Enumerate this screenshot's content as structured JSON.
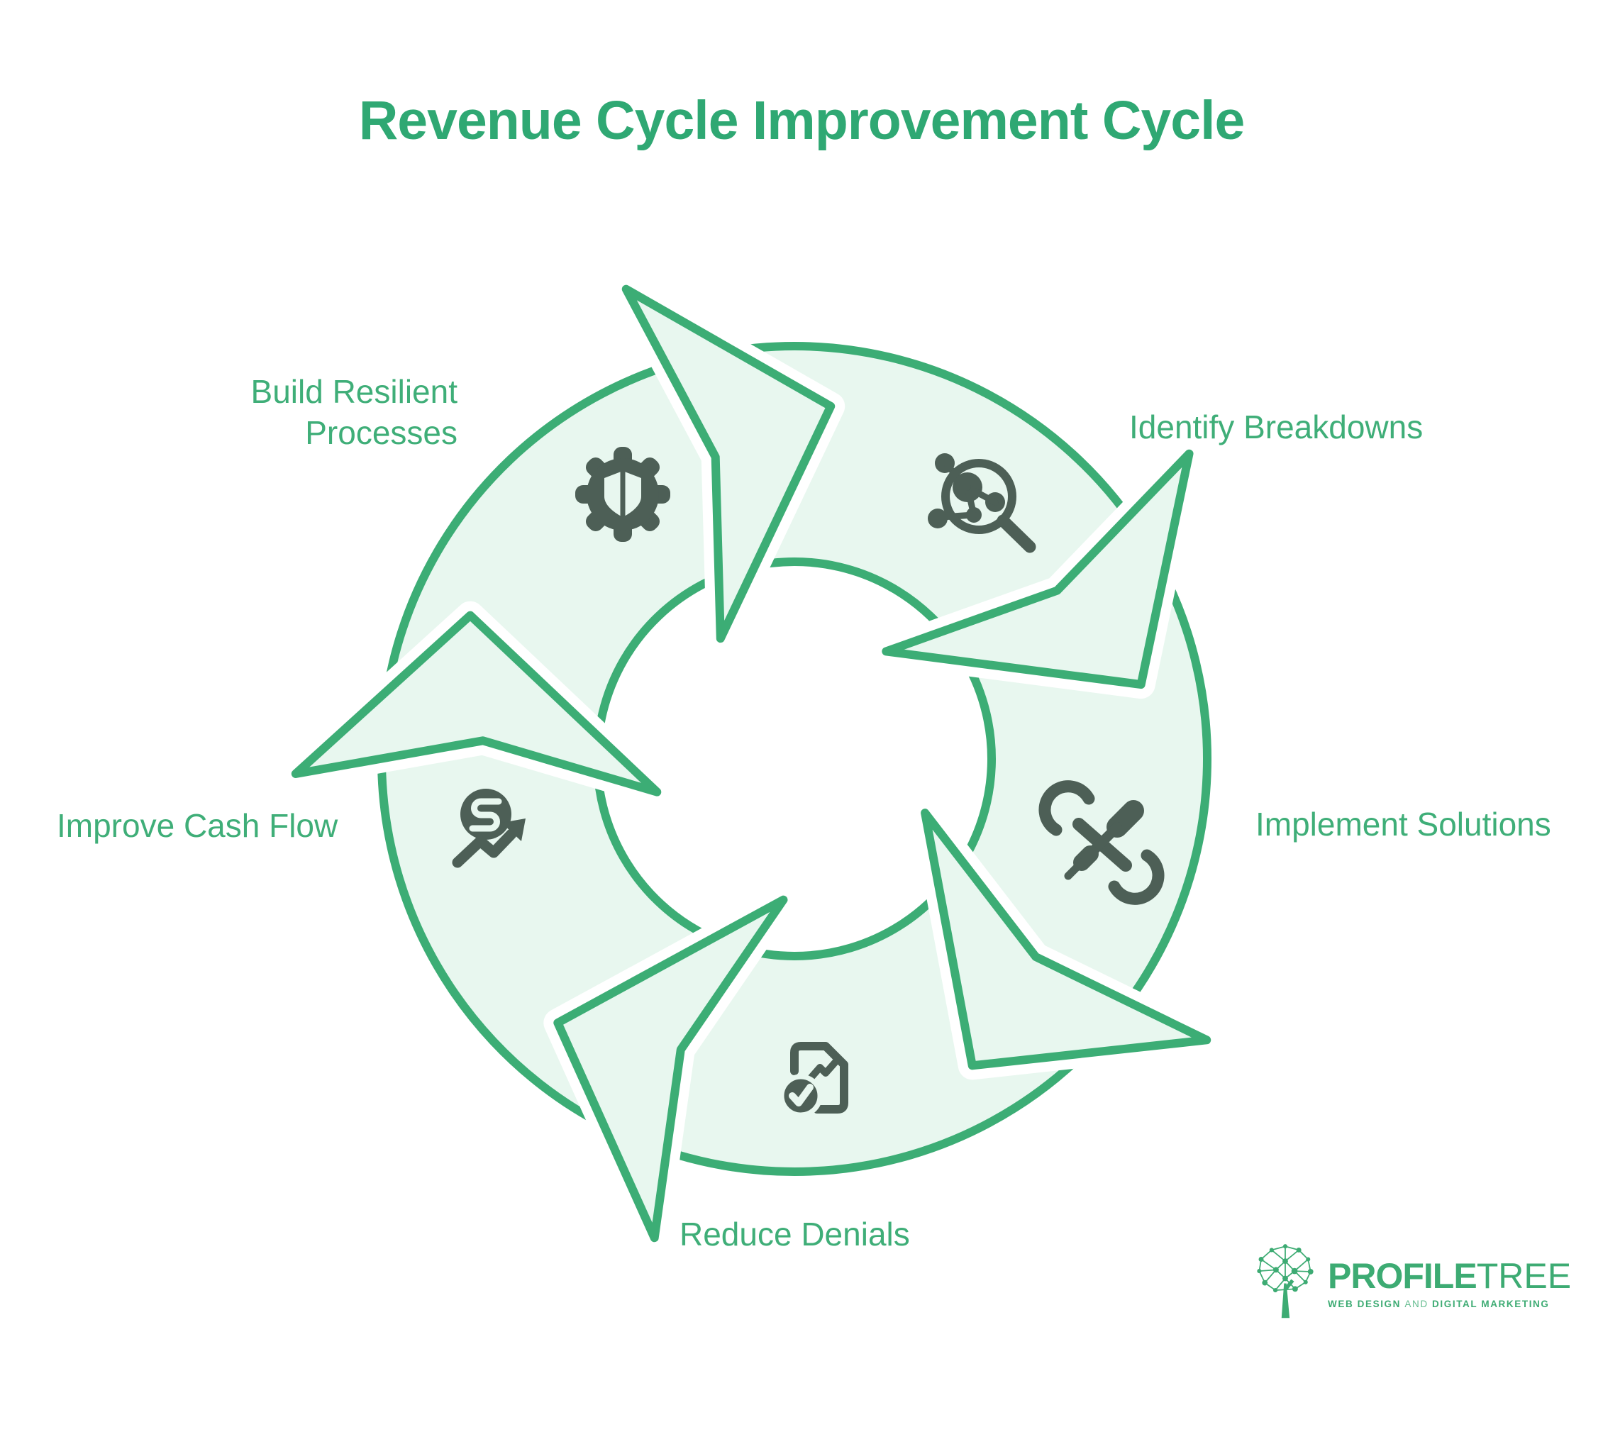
{
  "title": "Revenue Cycle Improvement Cycle",
  "cycle": {
    "type": "circular-process",
    "direction": "clockwise",
    "steps": [
      {
        "id": "build",
        "label": "Build Resilient Processes",
        "icon": "gear-shield-icon",
        "position": "top-left"
      },
      {
        "id": "identify",
        "label": "Identify Breakdowns",
        "icon": "magnifier-molecule-icon",
        "position": "top-right"
      },
      {
        "id": "implement",
        "label": "Implement Solutions",
        "icon": "tools-icon",
        "position": "right"
      },
      {
        "id": "reduce",
        "label": "Reduce Denials",
        "icon": "document-check-icon",
        "position": "bottom"
      },
      {
        "id": "improve",
        "label": "Improve Cash Flow",
        "icon": "cash-trend-icon",
        "position": "left"
      }
    ]
  },
  "colors": {
    "accent_green": "#3CAD75",
    "title_green": "#2FA873",
    "label_green": "#3FAE78",
    "ring_fill": "#E8F7EF",
    "icon_dark": "#4D5F56",
    "background": "#FFFFFF",
    "logo_green": "#3DAB73"
  },
  "logo": {
    "brand_bold": "PROFILE",
    "brand_light": "TREE",
    "tagline_segments": [
      "WEB DESIGN",
      "AND",
      "DIGITAL MARKETING"
    ]
  }
}
